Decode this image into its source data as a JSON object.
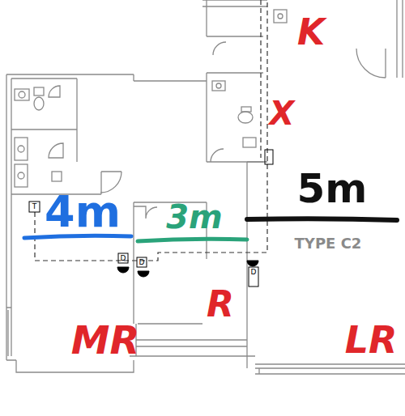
{
  "diagram": {
    "labels": [
      "K",
      "X",
      "4m",
      "3m",
      "5m",
      "TYPE C2",
      "MR",
      "R",
      "LR",
      "T",
      "D",
      "D",
      "D"
    ]
  }
}
